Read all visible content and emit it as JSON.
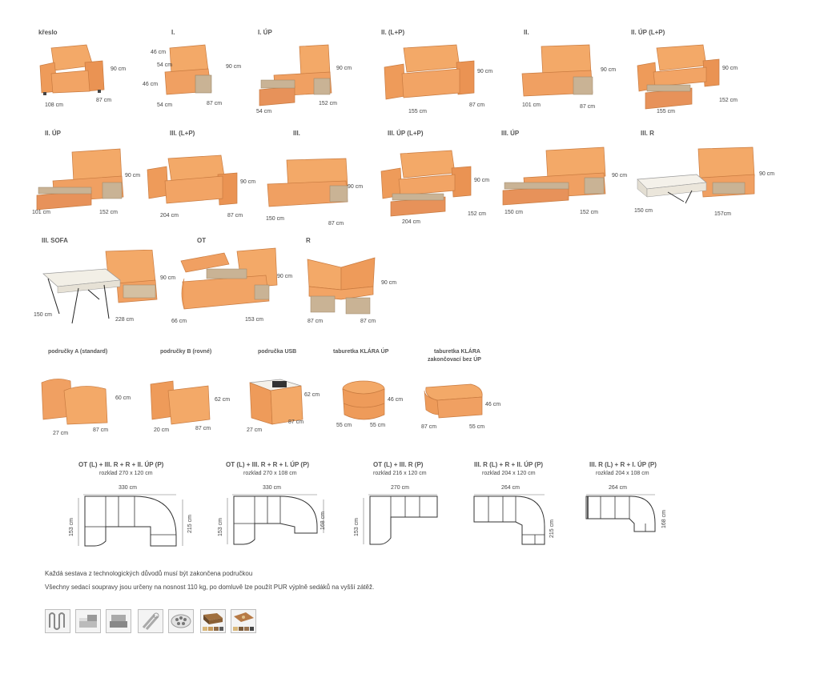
{
  "colors": {
    "fabric": "#f0a062",
    "fabric_dark": "#d9834a",
    "fabric_light": "#f7bd86",
    "mechanism": "#c9b395",
    "mattress": "#f4f1ea",
    "line": "#555555"
  },
  "units": [
    {
      "id": "kreslo",
      "label": "křeslo",
      "dims": [
        "108 cm",
        "87 cm",
        "90 cm"
      ]
    },
    {
      "id": "i",
      "label": "I.",
      "dims": [
        "54 cm",
        "87 cm",
        "90 cm",
        "46 cm",
        "54 cm",
        "46 cm"
      ]
    },
    {
      "id": "i-up",
      "label": "I. ÚP",
      "dims": [
        "54 cm",
        "152 cm",
        "90 cm"
      ]
    },
    {
      "id": "ii-lp",
      "label": "II. (L+P)",
      "dims": [
        "155 cm",
        "87 cm",
        "90 cm"
      ]
    },
    {
      "id": "ii",
      "label": "II.",
      "dims": [
        "101 cm",
        "87 cm",
        "90 cm"
      ]
    },
    {
      "id": "ii-up-lp",
      "label": "II. ÚP (L+P)",
      "dims": [
        "155 cm",
        "152 cm",
        "90 cm"
      ]
    },
    {
      "id": "ii-up",
      "label": "II. ÚP",
      "dims": [
        "101 cm",
        "152 cm",
        "90 cm"
      ]
    },
    {
      "id": "iii-lp",
      "label": "III. (L+P)",
      "dims": [
        "204 cm",
        "87 cm",
        "90 cm"
      ]
    },
    {
      "id": "iii",
      "label": "III.",
      "dims": [
        "150 cm",
        "87 cm",
        "90 cm"
      ]
    },
    {
      "id": "iii-up-lp",
      "label": "III. ÚP (L+P)",
      "dims": [
        "204 cm",
        "152 cm",
        "90 cm"
      ]
    },
    {
      "id": "iii-up",
      "label": "III. ÚP",
      "dims": [
        "150 cm",
        "152 cm",
        "90 cm"
      ]
    },
    {
      "id": "iii-r",
      "label": "III. R",
      "dims": [
        "150 cm",
        "157cm",
        "90 cm"
      ]
    },
    {
      "id": "iii-sofa",
      "label": "III. SOFA",
      "dims": [
        "150 cm",
        "228 cm",
        "90 cm"
      ]
    },
    {
      "id": "ot",
      "label": "OT",
      "dims": [
        "66 cm",
        "153 cm",
        "90 cm"
      ]
    },
    {
      "id": "r",
      "label": "R",
      "dims": [
        "87 cm",
        "87 cm",
        "90 cm"
      ]
    }
  ],
  "accessories": [
    {
      "id": "podrucky-a",
      "label": "područky A (standard)",
      "dims": [
        "27 cm",
        "87 cm",
        "60 cm"
      ]
    },
    {
      "id": "podrucky-b",
      "label": "područky B (rovné)",
      "dims": [
        "20 cm",
        "87 cm",
        "62 cm"
      ]
    },
    {
      "id": "podrucka-usb",
      "label": "područka USB",
      "dims": [
        "27 cm",
        "87 cm",
        "62 cm"
      ]
    },
    {
      "id": "taburetka-up",
      "label": "taburetka KLÁRA ÚP",
      "dims": [
        "55 cm",
        "55 cm",
        "46 cm"
      ]
    },
    {
      "id": "taburetka-zak",
      "label": "taburetka KLÁRA",
      "label2": "zakončovací bez ÚP",
      "dims": [
        "87 cm",
        "55 cm",
        "46 cm"
      ]
    }
  ],
  "sets": [
    {
      "id": "set1",
      "title": "OT (L) + III. R + R + II. ÚP (P)",
      "sub": "rozklad 270 x 120 cm",
      "width": "330 cm",
      "left": "153 cm",
      "right": "215 cm"
    },
    {
      "id": "set2",
      "title": "OT (L) + III. R + R + I. ÚP (P)",
      "sub": "rozklad 270 x 108 cm",
      "width": "330 cm",
      "left": "153 cm",
      "right": "168 cm"
    },
    {
      "id": "set3",
      "title": "OT (L) + III. R (P)",
      "sub": "rozklad 216 x 120 cm",
      "width": "270 cm",
      "left": "153 cm",
      "right": ""
    },
    {
      "id": "set4",
      "title": "III. R (L) + R + II. ÚP (P)",
      "sub": "rozklad 204 x 120 cm",
      "width": "264 cm",
      "left": "",
      "right": "215 cm"
    },
    {
      "id": "set5",
      "title": "III. R (L) + R + I. ÚP (P)",
      "sub": "rozklad 204 x 108 cm",
      "width": "264 cm",
      "left": "",
      "right": "168 cm"
    }
  ],
  "notes": [
    "Každá sestava z technologických důvodů musí být zakončena područkou",
    "Všechny sedací soupravy jsou určeny na nosnost 110 kg, po domluvě lze použít PUR výplně sedáků na vyšší zátěž."
  ],
  "icons": [
    "spring-icon",
    "sofa-bed-icon",
    "armchair-icon",
    "foam-roll-icon",
    "fabric-samples-icon",
    "wood-sample-icon",
    "leather-sample-icon"
  ]
}
